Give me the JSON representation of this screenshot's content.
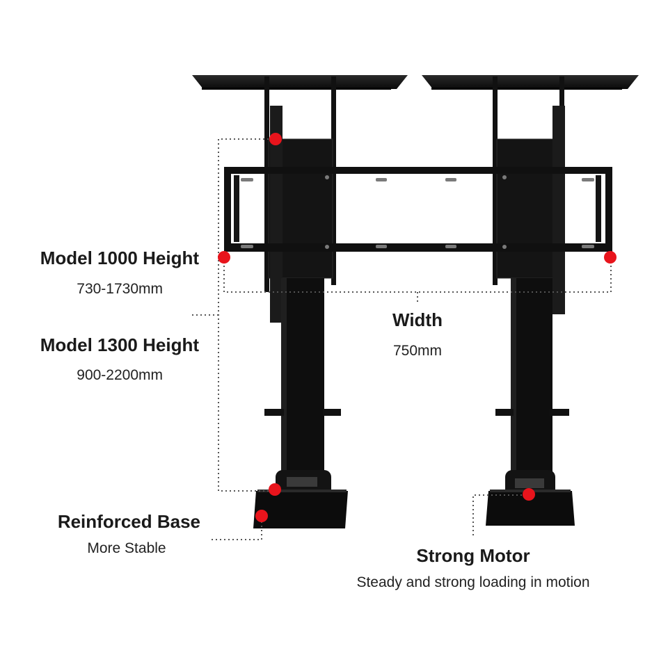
{
  "labels": {
    "model1000_title": "Model 1000 Height",
    "model1000_range": "730-1730mm",
    "model1300_title": "Model 1300 Height",
    "model1300_range": "900-2200mm",
    "width_title": "Width",
    "width_value": "750mm",
    "base_title": "Reinforced Base",
    "base_sub": "More Stable",
    "motor_title": "Strong Motor",
    "motor_sub": "Steady and strong loading in motion"
  },
  "colors": {
    "frame": "#111111",
    "marker": "#e8141c",
    "leader": "#555555",
    "text": "#1a1a1a"
  }
}
